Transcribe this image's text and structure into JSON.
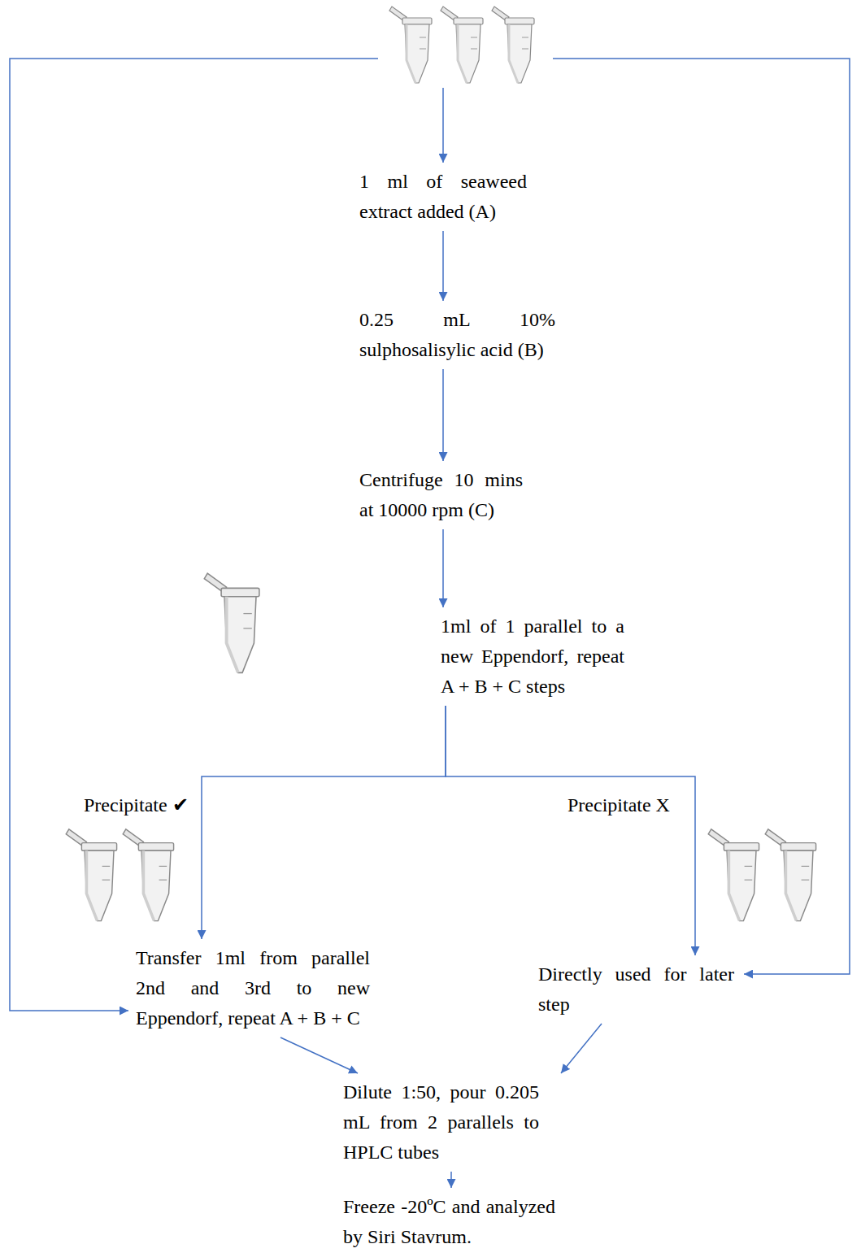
{
  "diagram": {
    "nodes": [
      {
        "text": [
          "1 ml of seaweed extract added (A)"
        ]
      },
      {
        "text": [
          "0.25 mL 10% sulphosalisylic acid (B)"
        ]
      },
      {
        "text": [
          "Centrifuge 10 mins at 10000 rpm (C)"
        ]
      },
      {
        "text": [
          "1ml of 1 parallel to a new Eppendorf, repeat A + B + C steps"
        ]
      },
      {
        "text": [
          "Transfer 1ml from parallel 2nd and 3rd to new Eppendorf, repeat A + B + C"
        ]
      },
      {
        "text": [
          "Directly used for later step"
        ]
      },
      {
        "text": [
          "Dilute 1:50, pour 0.205 mL from 2 parallels to HPLC tubes"
        ]
      },
      {
        "text": [
          "Freeze -20ºC and analyzed by Siri Stavrum."
        ]
      }
    ],
    "edges": [
      {
        "from": 0,
        "to": 1,
        "arrow": "to"
      },
      {
        "from": 1,
        "to": 2,
        "arrow": "to"
      },
      {
        "from": 2,
        "to": 3,
        "arrow": "to"
      },
      {
        "from": 3,
        "to": 4,
        "arrow": "to",
        "label": "Precipitate ✔"
      },
      {
        "from": 3,
        "to": 5,
        "arrow": "to",
        "label": "Precipitate X"
      },
      {
        "from": 4,
        "to": 6,
        "arrow": "to"
      },
      {
        "from": 5,
        "to": 6,
        "arrow": "to"
      },
      {
        "from": 6,
        "to": 7,
        "arrow": "to"
      }
    ]
  }
}
